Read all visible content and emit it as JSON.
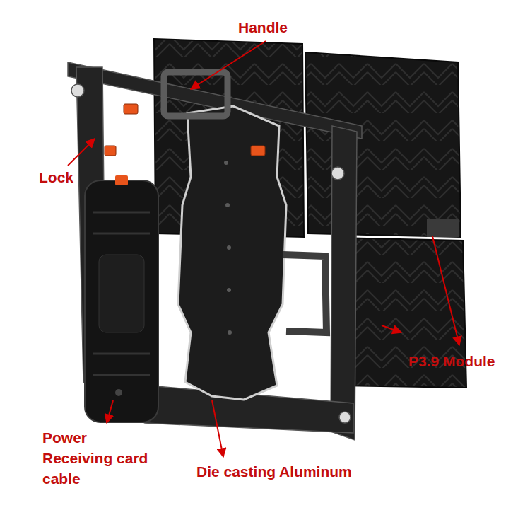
{
  "diagram": {
    "labels": [
      "Handle",
      "Lock",
      "Power Receiving card cable",
      "P3.9 Module",
      "Die casting Aluminum"
    ]
  }
}
